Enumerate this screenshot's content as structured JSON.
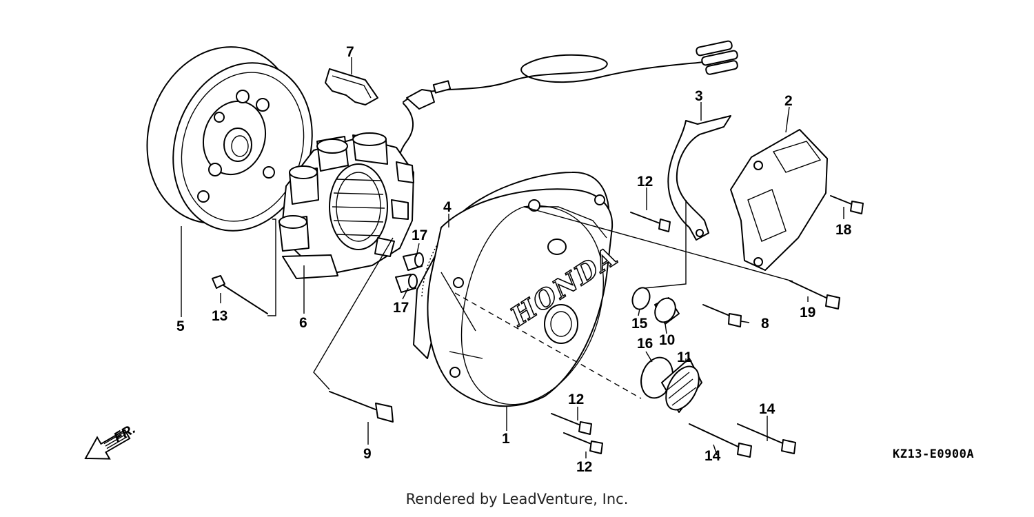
{
  "diagram": {
    "drawing_code": "KZ13-E0900A",
    "brand_on_cover": "HONDA",
    "direction_label": "FR.",
    "footer": "Rendered by LeadVenture, Inc.",
    "callouts": {
      "c1": "1",
      "c2": "2",
      "c3": "3",
      "c4": "4",
      "c5": "5",
      "c6": "6",
      "c7": "7",
      "c8": "8",
      "c9": "9",
      "c10": "10",
      "c11": "11",
      "c12a": "12",
      "c12b": "12",
      "c12c": "12",
      "c13": "13",
      "c14a": "14",
      "c14b": "14",
      "c15": "15",
      "c16": "16",
      "c17a": "17",
      "c17b": "17",
      "c18": "18",
      "c19": "19"
    }
  }
}
